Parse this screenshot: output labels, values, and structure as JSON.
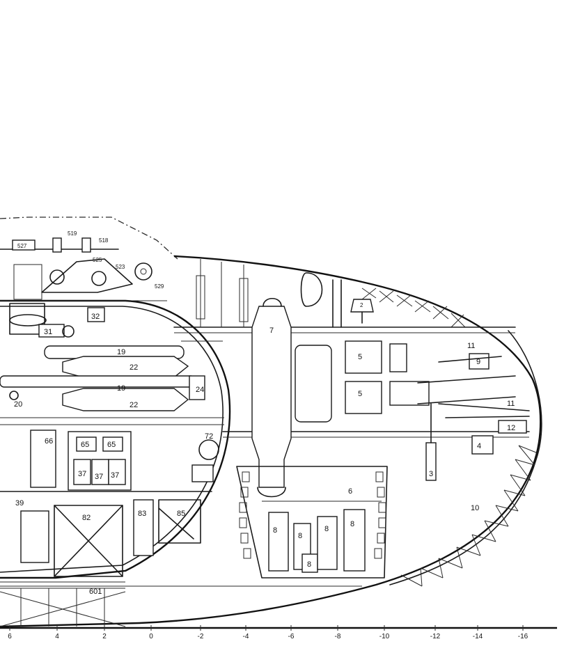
{
  "diagram": {
    "scale_ticks": [
      "6",
      "4",
      "2",
      "0",
      "-2",
      "-4",
      "-6",
      "-8",
      "-10",
      "-12",
      "-14",
      "-16"
    ],
    "labels": {
      "l519": "519",
      "l518": "518",
      "l527": "527",
      "l525": "525",
      "l523": "523",
      "l529": "529",
      "l32": "32",
      "l31": "31",
      "l19a": "19",
      "l19b": "19",
      "l22a": "22",
      "l22b": "22",
      "l20": "20",
      "l24": "24",
      "l7": "7",
      "l2": "2",
      "l5a": "5",
      "l5b": "5",
      "l11a": "11",
      "l11b": "11",
      "l9": "9",
      "l12": "12",
      "l4": "4",
      "l3": "3",
      "l6": "6",
      "l10": "10",
      "l66": "66",
      "l65a": "65",
      "l65b": "65",
      "l37a": "37",
      "l37b": "37",
      "l37c": "37",
      "l72": "72",
      "l39": "39",
      "l82": "82",
      "l83": "83",
      "l85": "85",
      "l8a": "8",
      "l8b": "8",
      "l8c": "8",
      "l8d": "8",
      "l8e": "8",
      "l601": "601"
    }
  }
}
